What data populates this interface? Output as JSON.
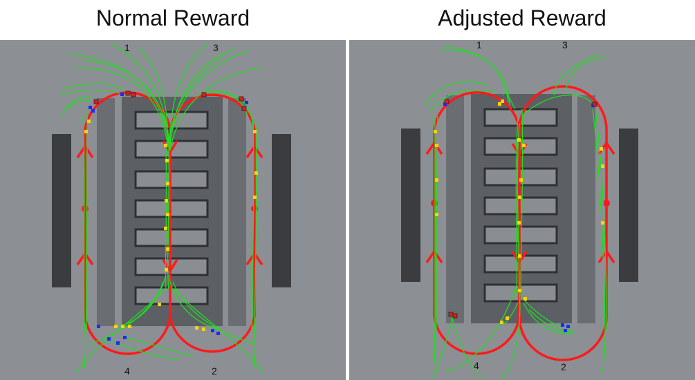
{
  "panels": [
    {
      "title": "Normal Reward",
      "labels": {
        "p1": "1",
        "p2": "2",
        "p3": "3",
        "p4": "4"
      }
    },
    {
      "title": "Adjusted Reward",
      "labels": {
        "p1": "1",
        "p2": "2",
        "p3": "3",
        "p4": "4"
      }
    }
  ],
  "colors": {
    "background": "#8c8f94",
    "road": "#4e5156",
    "rack_dark": "#3a3c40",
    "reference_path": "#ff1a1a",
    "trajectories": "#22dd22",
    "markers_yellow": "#ffd400",
    "markers_blue": "#1a2cff",
    "markers_red": "#d81e1e"
  }
}
